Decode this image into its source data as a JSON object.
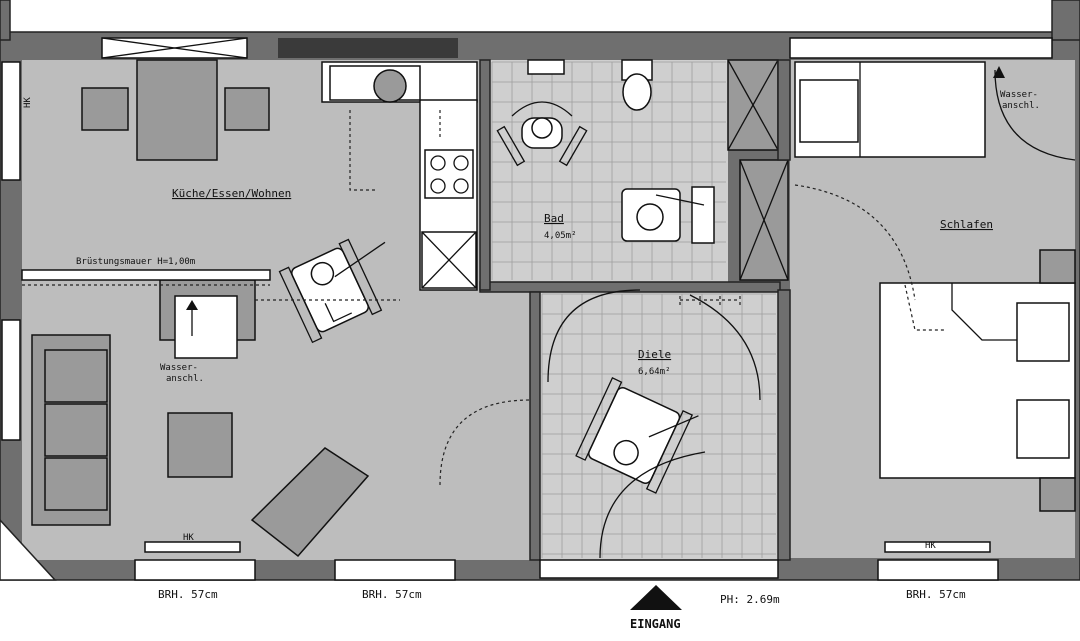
{
  "rooms": {
    "living": "Küche/Essen/Wohnen",
    "bath": "Bad",
    "bath_area": "4,05m²",
    "hall": "Diele",
    "hall_area": "6,64m²",
    "bedroom": "Schlafen"
  },
  "notes": {
    "parapet": "Brüstungsmauer H=1,00m",
    "water_living_1": "Wasser-",
    "water_living_2": "anschl.",
    "water_bed_1": "Wasser-",
    "water_bed_2": "anschl.",
    "hk_living": "HK",
    "hk_bedroom": "HK",
    "hk_side": "HK"
  },
  "dimensions": {
    "brh_1": "BRH. 57cm",
    "brh_2": "BRH. 57cm",
    "brh_3": "BRH. 57cm",
    "ph": "PH: 2.69m"
  },
  "entrance": "EINGANG",
  "colors": {
    "wall": "#6f6f6f",
    "floor": "#bdbdbd",
    "furniture": "#9a9a9a"
  }
}
